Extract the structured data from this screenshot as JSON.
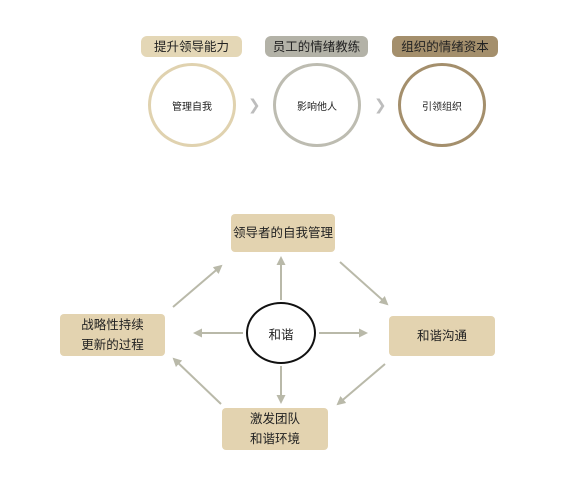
{
  "top_row": {
    "pills": [
      {
        "label": "提升领导能力",
        "color": "#e4d7b6"
      },
      {
        "label": "员工的情绪教练",
        "color": "#b3b2a7"
      },
      {
        "label": "组织的情绪资本",
        "color": "#a48f6c"
      }
    ],
    "circles": [
      {
        "label": "管理自我",
        "ring_color": "#e0d2af"
      },
      {
        "label": "影响他人",
        "ring_color": "#bdbcb1"
      },
      {
        "label": "引领组织",
        "ring_color": "#a48f6c"
      }
    ],
    "separator_icon": "chevron-right-icon"
  },
  "cycle": {
    "center": "和谐",
    "top": [
      "领导者的自我管理"
    ],
    "right": [
      "和谐沟通"
    ],
    "bottom": [
      "激发团队",
      "和谐环境"
    ],
    "left": [
      "战略性持续",
      "更新的过程"
    ],
    "box_color": "#e3d3b0",
    "arrow_color": "#b9b9a9"
  }
}
